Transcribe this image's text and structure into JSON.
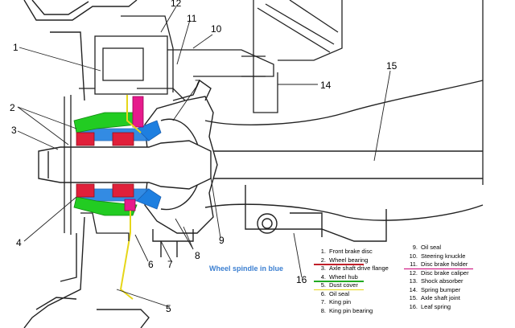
{
  "caption": "Wheel spindle in blue",
  "callouts": [
    "1",
    "2",
    "3",
    "4",
    "5",
    "6",
    "7",
    "7",
    "8",
    "9",
    "10",
    "11",
    "12",
    "14",
    "15",
    "16"
  ],
  "legend_left": [
    {
      "num": "1.",
      "text": "Front brake disc",
      "underline": ""
    },
    {
      "num": "2.",
      "text": "Wheel bearing",
      "underline": "#c0202a"
    },
    {
      "num": "3.",
      "text": "Axle shaft drive flange",
      "underline": ""
    },
    {
      "num": "4.",
      "text": "Wheel hub",
      "underline": "#22aa22"
    },
    {
      "num": "5.",
      "text": "Dust cover",
      "underline": "#e6d619"
    },
    {
      "num": "6.",
      "text": "Oil seal",
      "underline": ""
    },
    {
      "num": "7.",
      "text": "King pin",
      "underline": ""
    },
    {
      "num": "8.",
      "text": "King pin bearing",
      "underline": ""
    }
  ],
  "legend_right": [
    {
      "num": "9.",
      "text": "Oil seal",
      "underline": ""
    },
    {
      "num": "10.",
      "text": "Steering knuckle",
      "underline": ""
    },
    {
      "num": "11.",
      "text": "Disc brake holder",
      "underline": "#cc0077"
    },
    {
      "num": "12.",
      "text": "Disc brake caliper",
      "underline": ""
    },
    {
      "num": "13.",
      "text": "Shock absorber",
      "underline": ""
    },
    {
      "num": "14.",
      "text": "Spring bumper",
      "underline": ""
    },
    {
      "num": "15.",
      "text": "Axle shaft joint",
      "underline": ""
    },
    {
      "num": "16.",
      "text": "Leaf spring",
      "underline": ""
    }
  ],
  "colors": {
    "spindle": "#1e7fe0",
    "bearing": "#e0203a",
    "hub": "#22cc22",
    "dust_cover": "#e6d619",
    "brake_holder": "#e61a8c",
    "line": "#222222"
  }
}
